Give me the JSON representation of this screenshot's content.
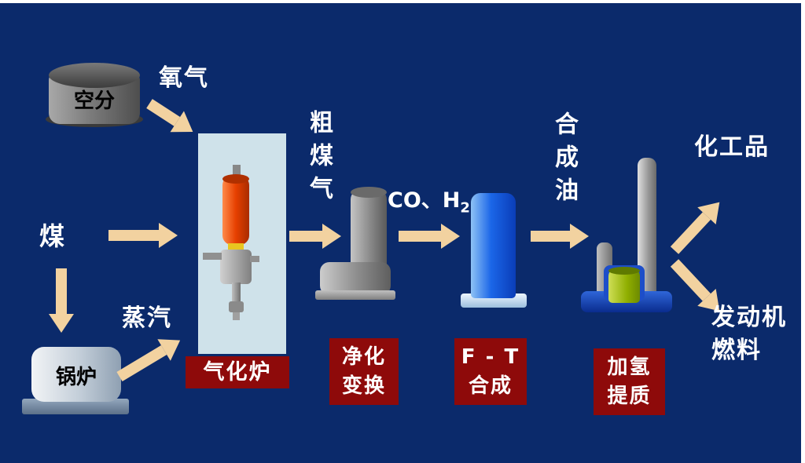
{
  "colors": {
    "background": "#0b2a6b",
    "arrow": "#f2d2a0",
    "label_box": "#8e0a0a",
    "panel": "#cfe2ea"
  },
  "diagram": {
    "inputs": {
      "air_separation": "空分",
      "oxygen": "氧气",
      "coal": "煤",
      "boiler": "锅炉",
      "steam": "蒸汽"
    },
    "stages": {
      "gasifier": {
        "label": "气化炉"
      },
      "purification": {
        "line1": "净化",
        "line2": "变换"
      },
      "ft_synthesis": {
        "line1": "F - T",
        "line2": "合成"
      },
      "upgrading": {
        "line1": "加氢",
        "line2": "提质"
      }
    },
    "streams": {
      "crude_gas": "粗煤气",
      "co_h2": {
        "main": "CO、H",
        "sub": "2"
      },
      "syn_oil": "合成油"
    },
    "outputs": {
      "chemicals": "化工品",
      "engine_fuel_line1": "发动机",
      "engine_fuel_line2": "燃料"
    }
  }
}
